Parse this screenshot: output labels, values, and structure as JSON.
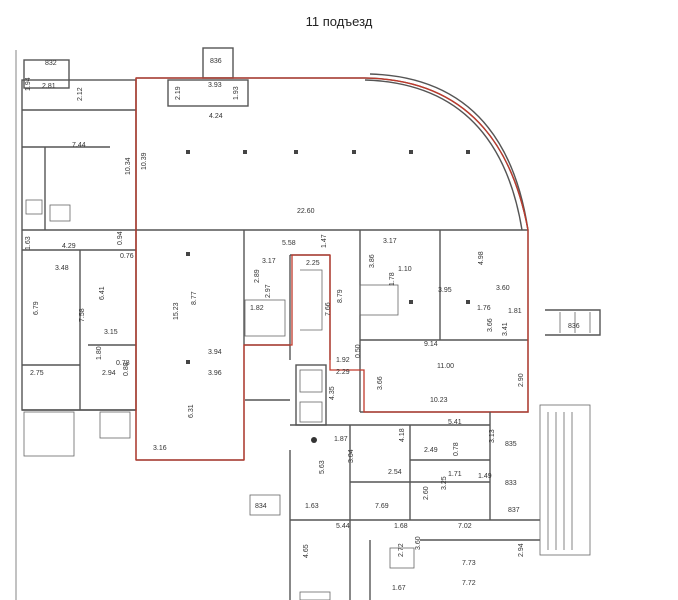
{
  "title": "11 подъезд",
  "colors": {
    "wall": "#555555",
    "boundary": "#c0392b",
    "background": "#ffffff"
  },
  "labels": {
    "l832": "832",
    "l836a": "836",
    "l836b": "836",
    "l834": "834",
    "l835": "835",
    "l833": "833",
    "l837": "837",
    "d194": "1.94",
    "d281": "2.81",
    "d212": "2.12",
    "d219": "2.19",
    "d393": "3.93",
    "d193": "1.93",
    "d424": "4.24",
    "d744": "7.44",
    "d1034": "10.34",
    "d1039": "10.39",
    "d2260": "22.60",
    "d163a": "1.63",
    "d429": "4.29",
    "d094": "0.94",
    "d076": "0.76",
    "d558": "5.58",
    "d147": "1.47",
    "d317a": "3.17",
    "d317b": "3.17",
    "d498": "4.98",
    "d348": "3.48",
    "d679": "6.79",
    "d641": "6.41",
    "d1523": "15.23",
    "d877": "8.77",
    "d225": "2.25",
    "d289": "2.89",
    "d297": "2.97",
    "d182": "1.82",
    "d766": "7.66",
    "d879": "8.79",
    "d386": "3.86",
    "d110": "1.10",
    "d178": "1.78",
    "d395": "3.95",
    "d360": "3.60",
    "d176": "1.76",
    "d181": "1.81",
    "d366a": "3.66",
    "d341": "3.41",
    "d758": "7.58",
    "d315": "3.15",
    "d914": "9.14",
    "d192": "1.92",
    "d050": "0.50",
    "d1100": "11.00",
    "d394": "3.94",
    "d180": "1.80",
    "d078": "0.78",
    "d088": "0.88",
    "d396": "3.96",
    "d275": "2.75",
    "d294a": "2.94",
    "d229": "2.29",
    "d366b": "3.66",
    "d290": "2.90",
    "d435": "4.35",
    "d1023": "10.23",
    "d631": "6.31",
    "d541": "5.41",
    "d418": "4.18",
    "d313": "3.13",
    "d316": "3.16",
    "d187": "1.87",
    "d249": "2.49",
    "d304": "3.04",
    "d078b": "0.78",
    "d563": "5.63",
    "d254": "2.54",
    "d171": "1.71",
    "d149": "1.49",
    "d325": "3.25",
    "d260": "2.60",
    "d163b": "1.63",
    "d769": "7.69",
    "d544": "5.44",
    "d168": "1.68",
    "d702": "7.02",
    "d465": "4.65",
    "d272": "2.72",
    "d360b": "3.60",
    "d773": "7.73",
    "d294b": "2.94",
    "d167": "1.67",
    "d772": "7.72"
  }
}
